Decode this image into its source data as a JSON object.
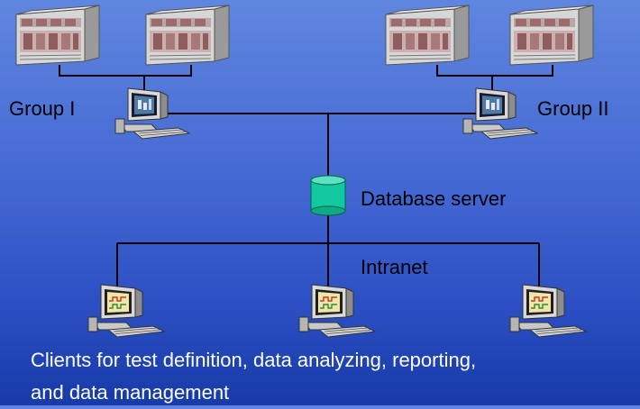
{
  "labels": {
    "group1": "Group I",
    "group2": "Group II",
    "database": "Database server",
    "network": "Intranet"
  },
  "footer": {
    "line1": "Clients for test definition, data analyzing, reporting,",
    "line2": "and data management"
  },
  "colors": {
    "background_top": "#5f86df",
    "background_bottom": "#173aa8",
    "wire": "#000000",
    "database": "#12c8a0",
    "footer_text": "#ffffff"
  },
  "icons": {
    "test_rack": "test-rack-icon",
    "workstation": "workstation-icon",
    "database": "database-icon",
    "client": "client-computer-icon"
  }
}
